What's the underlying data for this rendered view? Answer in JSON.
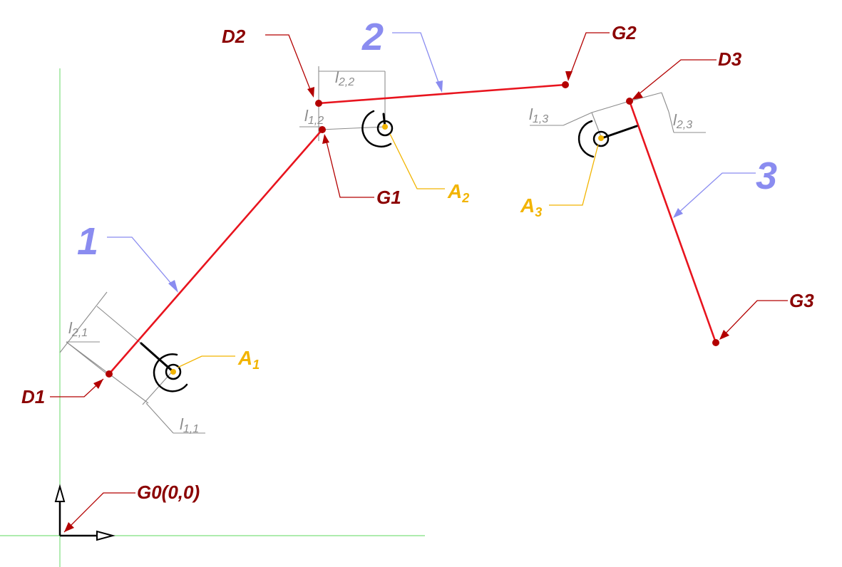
{
  "labels": {
    "d1": "D1",
    "d2": "D2",
    "d3": "D3",
    "g0": "G0(0,0)",
    "g1": "G1",
    "g2": "G2",
    "g3": "G3",
    "link1": "1",
    "link2": "2",
    "link3": "3",
    "a_letter": "A",
    "a1_sub": "1",
    "a2_sub": "2",
    "a3_sub": "3",
    "l_letter": "l",
    "l11_sub": "1,1",
    "l21_sub": "2,1",
    "l12_sub": "1,2",
    "l22_sub": "2,2",
    "l13_sub": "1,3",
    "l23_sub": "2,3"
  },
  "colors": {
    "link": "#e8141e",
    "joint": "#b30000",
    "leader_red": "#b30000",
    "leader_blue": "#8a8cf0",
    "leader_yellow": "#f2b400",
    "axis_green": "#7ee07e",
    "dimension_gray": "#8c8c8c",
    "arm_black": "#000000"
  }
}
